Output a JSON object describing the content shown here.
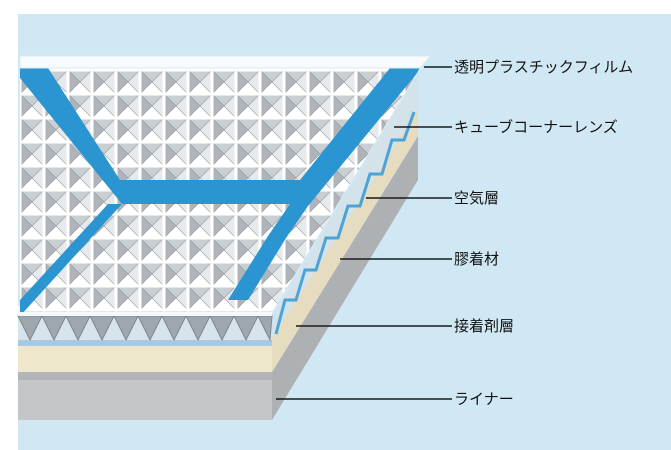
{
  "colors": {
    "background": "#cfe8f4",
    "film": "#eef8fc",
    "blue_band": "#2b95d2",
    "cell_dark": "#b9bfc4",
    "cell_light": "#ffffff",
    "prism_base": "#c8d4dc",
    "adhesive": "#efe7cc",
    "liner": "#c4c6c8",
    "leader": "#1a1a1a"
  },
  "labels": [
    {
      "id": "film",
      "text": "透明プラスチックフィルム"
    },
    {
      "id": "cube",
      "text": "キューブコーナーレンズ"
    },
    {
      "id": "air",
      "text": "空気層"
    },
    {
      "id": "glue",
      "text": "膠着材"
    },
    {
      "id": "adhesive",
      "text": "接着剤層"
    },
    {
      "id": "liner",
      "text": "ライナー"
    }
  ]
}
